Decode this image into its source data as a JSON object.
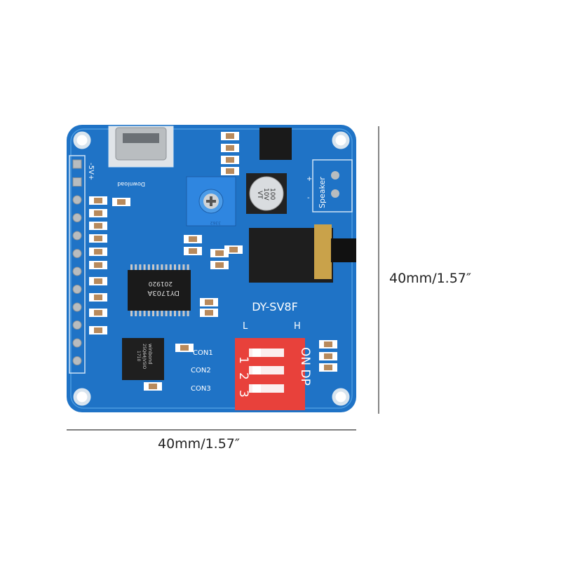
{
  "board": {
    "model": "DY-SV8F",
    "main_chip": {
      "line1": "201920",
      "line2": "DY1703A"
    },
    "flash_chip": {
      "line1": "winbond",
      "line2": "25Q64JVSIO",
      "line3": "1710"
    },
    "capacitor": {
      "line1": "100",
      "line2": "10V",
      "line3": "VT"
    },
    "potentiometer": "3362",
    "power_label": "-5V+",
    "usb_label": "Download",
    "speaker_label": "Speaker",
    "speaker_plus": "+",
    "speaker_minus": "-",
    "switch_low": "L",
    "switch_high": "H",
    "con_labels": [
      "CON1",
      "CON2",
      "CON3"
    ],
    "dip_switch": {
      "label": "ON DP",
      "numbers": [
        "1",
        "2",
        "3"
      ]
    },
    "colors": {
      "pcb": "#1f73c6",
      "dip": "#e8413b",
      "pot": "#2f86e0"
    }
  },
  "dimensions": {
    "width_label": "40mm/1.57″",
    "height_label": "40mm/1.57″"
  }
}
